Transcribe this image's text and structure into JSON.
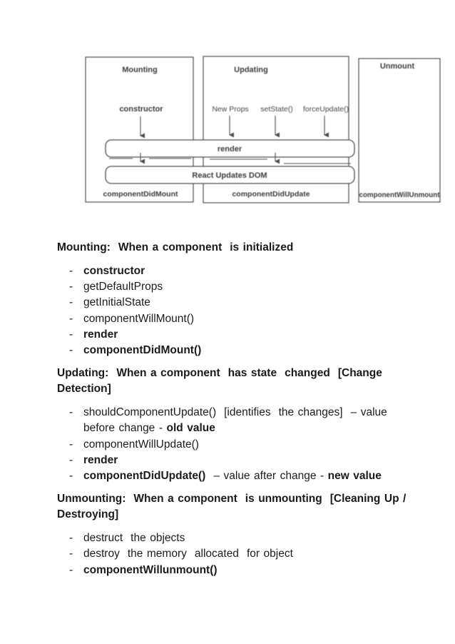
{
  "colors": {
    "page_background": "#ffffff",
    "diagram_ink": "#4d4d4d",
    "diagram_text": "#3b3b3b",
    "body_text": "#1c1c1c"
  },
  "bullet": "-",
  "diagram": {
    "mounting": {
      "title": "Mounting",
      "method": "constructor",
      "bottom": "componentDidMount"
    },
    "updating": {
      "title": "Updating",
      "triggers": [
        "New Props",
        "setState()",
        "forceUpdate()"
      ],
      "bottom": "componentDidUpdate"
    },
    "unmount": {
      "title": "Unmount",
      "bottom": "componentWillUnmount"
    },
    "render_bar": "render",
    "dom_bar": "React Updates DOM"
  },
  "sections": [
    {
      "heading": "Mounting:  When a component  is initialized",
      "items": [
        {
          "text": "constructor"
        },
        {
          "text": "getDefaultProps"
        },
        {
          "text": "getInitialState"
        },
        {
          "text": "componentWillMount()"
        },
        {
          "text": "render"
        },
        {
          "text": "componentDidMount()"
        }
      ]
    },
    {
      "heading": "Updating:  When a component  has state  changed  [Change\nDetection]",
      "items": [
        {
          "part1": "shouldComponentUpdate()  [identifies  the changes]  – value\nbefore change - ",
          "part2": "old value"
        },
        {
          "text": "componentWillUpdate()"
        },
        {
          "text": "render"
        },
        {
          "part1": "componentDidUpdate()",
          "part2": "  – value after change - ",
          "part3": "new value"
        }
      ]
    },
    {
      "heading": "Unmounting:  When a component  is unmounting  [Cleaning Up /\nDestroying]",
      "items": [
        {
          "text": "destruct  the objects"
        },
        {
          "text": "destroy  the memory  allocated  for object"
        },
        {
          "text": "componentWillunmount()"
        }
      ]
    }
  ]
}
